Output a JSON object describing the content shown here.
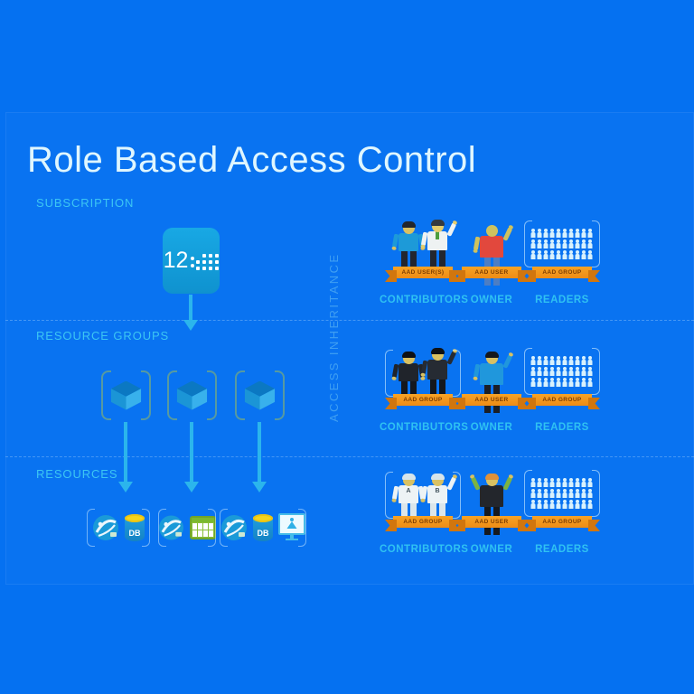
{
  "title": "Role Based Access Control",
  "diagram": {
    "subscription": {
      "label": "SUBSCRIPTION",
      "tile_number": "12"
    },
    "resource_groups": {
      "label": "RESOURCE GROUPS"
    },
    "resources": {
      "label": "RESOURCES",
      "sets": [
        {
          "icons": [
            "website-icon",
            "database-icon"
          ],
          "db_label": "DB"
        },
        {
          "icons": [
            "website-icon",
            "table-icon"
          ]
        },
        {
          "icons": [
            "website-icon",
            "database-icon",
            "vm-icon"
          ],
          "db_label": "DB"
        }
      ]
    },
    "access_inheritance_label": "ACCESS INHERITANCE"
  },
  "roles": {
    "rows": [
      {
        "contributors": {
          "label": "CONTRIBUTORS",
          "badge": "AAD USER(S)"
        },
        "owner": {
          "label": "OWNER",
          "badge": "AAD USER"
        },
        "readers": {
          "label": "READERS",
          "badge": "AAD GROUP"
        }
      },
      {
        "contributors": {
          "label": "CONTRIBUTORS",
          "badge": "AAD GROUP"
        },
        "owner": {
          "label": "OWNER",
          "badge": "AAD USER"
        },
        "readers": {
          "label": "READERS",
          "badge": "AAD GROUP"
        }
      },
      {
        "contributors": {
          "label": "CONTRIBUTORS",
          "badge": "AAD GROUP",
          "letters": [
            "A",
            "B"
          ]
        },
        "owner": {
          "label": "OWNER",
          "badge": "AAD USER"
        },
        "readers": {
          "label": "READERS",
          "badge": "AAD GROUP"
        }
      }
    ]
  },
  "colors": {
    "background": "#0571f1",
    "accent_cyan": "#2fc2f2",
    "title_text": "#dff6fe",
    "arrow": "#2bb5ec",
    "tile_blue": "#13a0dd",
    "ribbon_orange": "#f59d1e",
    "resource_group_bracket": "#579aa0"
  }
}
